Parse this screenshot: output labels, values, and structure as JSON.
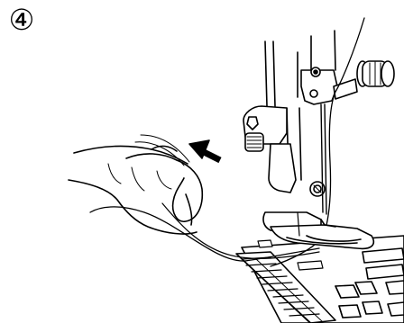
{
  "step": {
    "label": "④"
  },
  "colors": {
    "ink": "#000000",
    "paper": "#ffffff"
  },
  "parts": {
    "hand": "hand-holding-thread",
    "arrow": "pull-direction-arrow",
    "presser_foot": "presser-foot",
    "needle_bar": "needle-bar",
    "thread_guide": "thread-guide",
    "needle_plate": "needle-plate-with-feed-dogs"
  }
}
